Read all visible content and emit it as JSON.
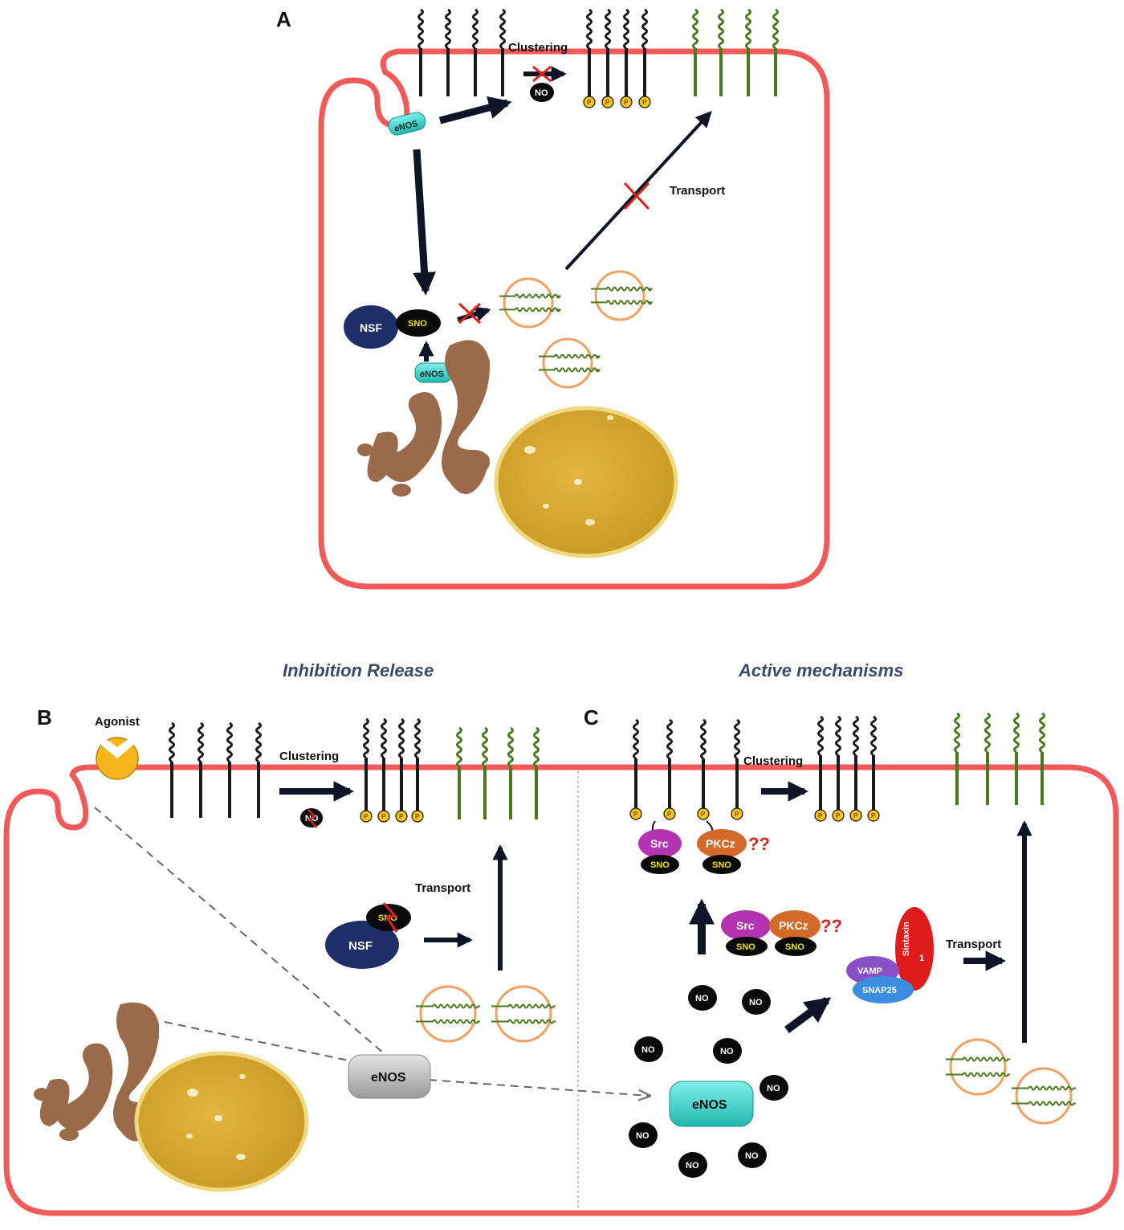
{
  "panels": {
    "a": "A",
    "b": "B",
    "c": "C"
  },
  "headings": {
    "inhibition": "Inhibition Release",
    "active": "Active mechanisms"
  },
  "labels": {
    "clustering": "Clustering",
    "transport": "Transport",
    "agonist": "Agonist",
    "enos": "eNOS",
    "no": "NO",
    "nsf": "NSF",
    "sno": "SNO",
    "p": "P",
    "src": "Src",
    "pkcz": "PKCz",
    "qq": "??",
    "vamp": "VAMP",
    "snap25": "SNAP25",
    "sintaxin": "Sintaxin",
    "sintaxin_num": "1"
  },
  "colors": {
    "membrane": "#f25a5a",
    "receptor": "#1a1a1a",
    "green": "#4a7a1e",
    "enos_teal": "#3fd6cf",
    "nsf": "#1c2f66",
    "nucleus": "#d8a930",
    "golgi": "#9a6a4a",
    "vesicle": "#f0a060",
    "src": "#b232b0",
    "pkcz": "#d36a28",
    "syntaxin": "#e01b1b",
    "vamp": "#8a4fc4",
    "snap25": "#3a8de0"
  }
}
